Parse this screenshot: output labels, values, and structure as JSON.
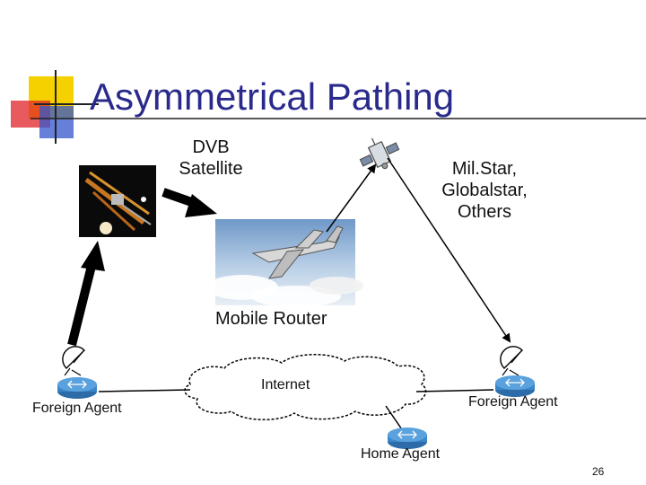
{
  "slide": {
    "title": "Asymmetrical Pathing",
    "page_number": "26"
  },
  "labels": {
    "dvb_line1": "DVB",
    "dvb_line2": "Satellite",
    "milstar_line1": "Mil.Star,",
    "milstar_line2": "Globalstar,",
    "milstar_line3": "Others",
    "mobile_router": "Mobile Router",
    "internet": "Internet",
    "foreign_agent_left": "Foreign Agent",
    "foreign_agent_right": "Foreign Agent",
    "home_agent": "Home Agent"
  },
  "colors": {
    "title": "#2a2a8c",
    "router_blue": "#3a86c9",
    "deco_yellow": "#f6d100",
    "deco_red": "#e2232a",
    "deco_blue": "#3355cc"
  },
  "icons": {
    "satellite_photo": "satellite-photo",
    "satellite": "satellite-icon",
    "airplane_photo": "airplane-photo",
    "dish_left": "satellite-dish-icon",
    "dish_right": "satellite-dish-icon",
    "router_left": "router-icon",
    "router_right": "router-icon",
    "router_home": "router-icon",
    "internet_cloud": "cloud-icon"
  }
}
